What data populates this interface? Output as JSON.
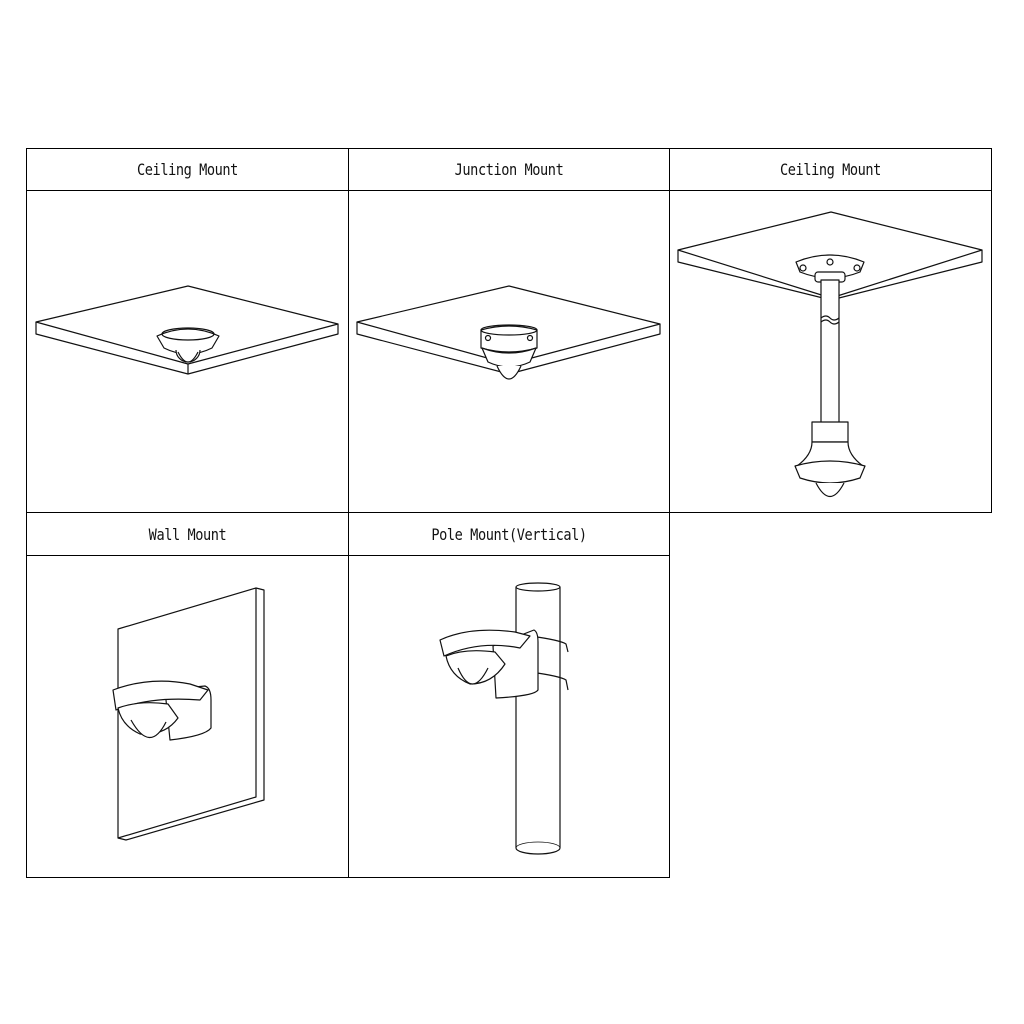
{
  "mounts": [
    {
      "title": "Ceiling Mount"
    },
    {
      "title": "Junction Mount"
    },
    {
      "title": "Ceiling Mount"
    },
    {
      "title": "Wall Mount"
    },
    {
      "title": "Pole Mount(Vertical)"
    }
  ]
}
